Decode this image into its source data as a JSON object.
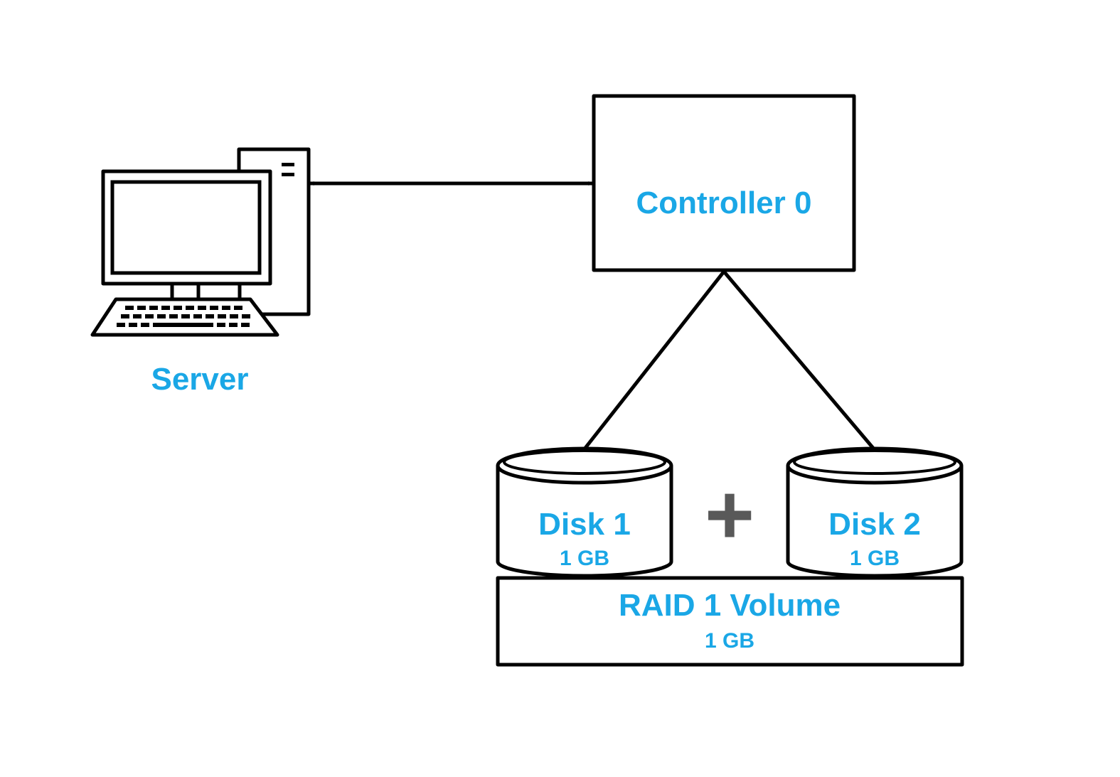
{
  "colors": {
    "label": "#1aa7e6",
    "line": "#000000",
    "plus": "#595959",
    "background": "#ffffff"
  },
  "server": {
    "label": "Server",
    "icon": "desktop-computer-icon"
  },
  "controller": {
    "label": "Controller 0"
  },
  "disks": [
    {
      "label": "Disk 1",
      "size": "1 GB"
    },
    {
      "label": "Disk 2",
      "size": "1 GB"
    }
  ],
  "plus_symbol": "+",
  "volume": {
    "label": "RAID 1 Volume",
    "size": "1 GB"
  }
}
